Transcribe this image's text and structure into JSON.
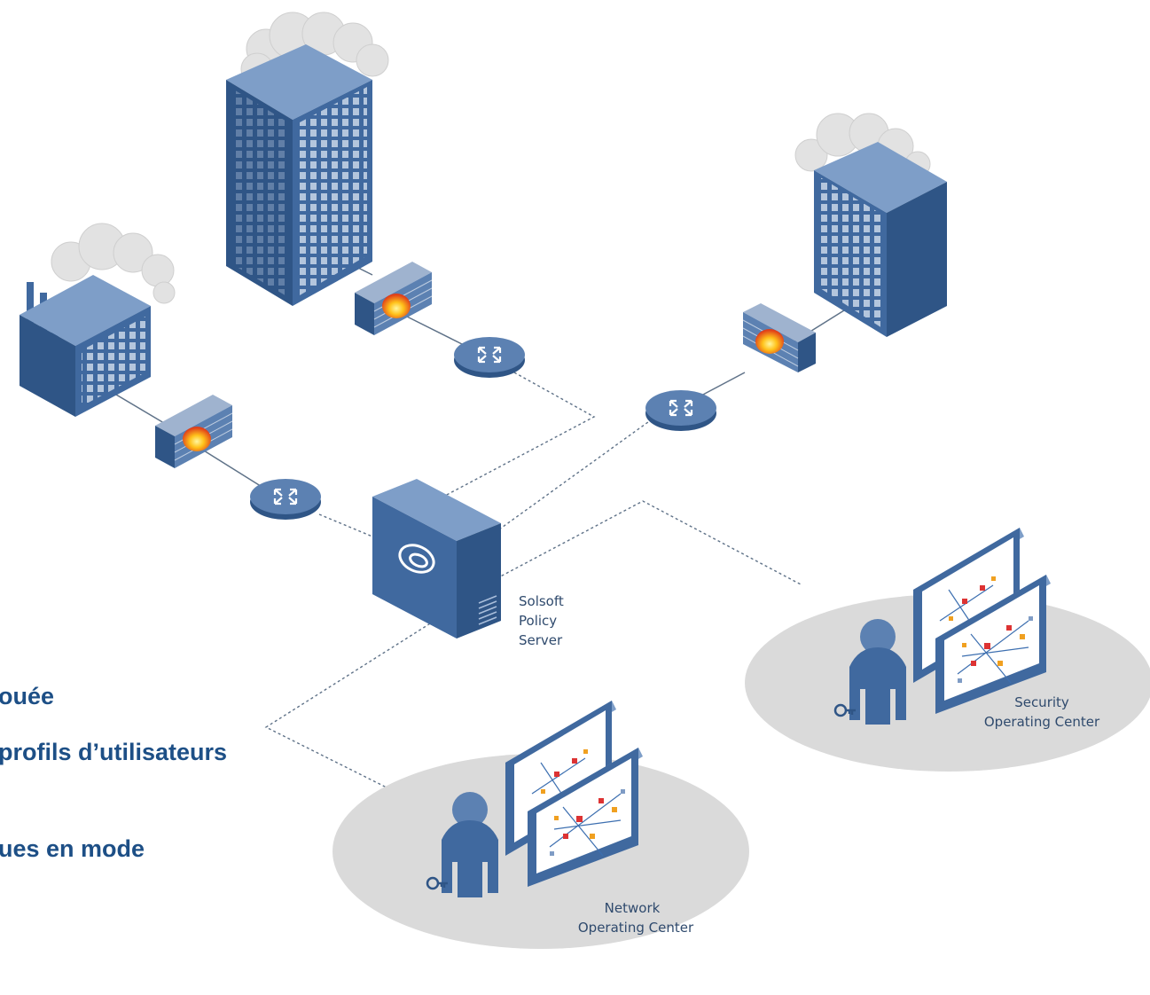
{
  "colors": {
    "building_front": "#40699f",
    "building_side": "#2f5586",
    "building_top": "#7e9ec8",
    "cloud": "#e4e4e4",
    "link_line": "#5f7288",
    "label_text": "#2f4a6d",
    "bullet_text": "#1d4f86",
    "floor_ellipse": "#dadada"
  },
  "labels": {
    "server": [
      "Solsoft",
      "Policy",
      "Server"
    ],
    "soc": [
      "Security",
      "Operating Center"
    ],
    "noc": [
      "Network",
      "Operating Center"
    ]
  },
  "bullets": [
    "ouée",
    " profils d’utilisateurs",
    "ues en mode"
  ]
}
